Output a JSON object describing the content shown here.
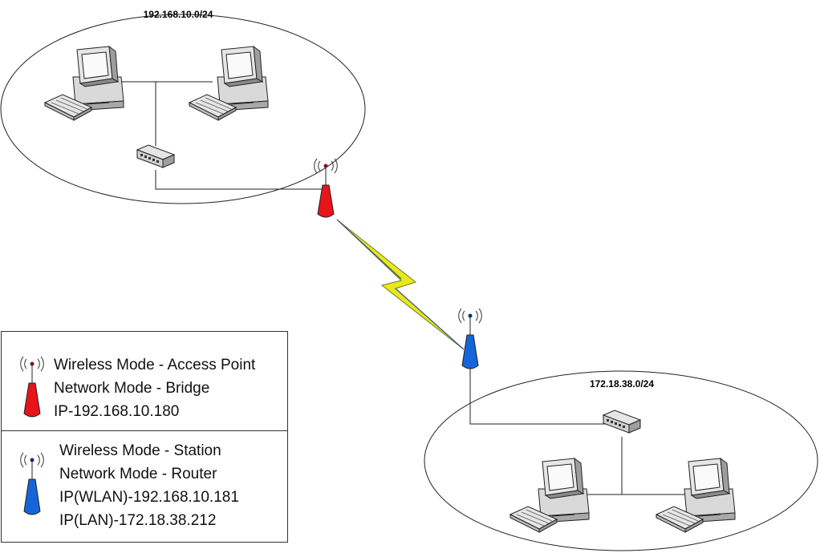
{
  "networks": [
    {
      "id": "top",
      "label": "192.168.10.0/24"
    },
    {
      "id": "bottom",
      "label": "172.18.38.0/24"
    }
  ],
  "legend": {
    "access_point": {
      "lines": [
        "Wireless Mode - Access Point",
        "Network Mode - Bridge",
        "IP-192.168.10.180"
      ],
      "color": "#e8141b"
    },
    "station": {
      "lines": [
        "Wireless Mode - Station",
        "Network Mode - Router",
        "IP(WLAN)-192.168.10.181",
        "IP(LAN)-172.18.38.212"
      ],
      "color": "#1565d8"
    }
  },
  "colors": {
    "link_bolt": "#e8e81a",
    "ap_red": "#e8141b",
    "station_blue": "#1565d8"
  },
  "icons": [
    "computer-icon",
    "switch-icon",
    "antenna-icon",
    "wireless-link-icon"
  ]
}
